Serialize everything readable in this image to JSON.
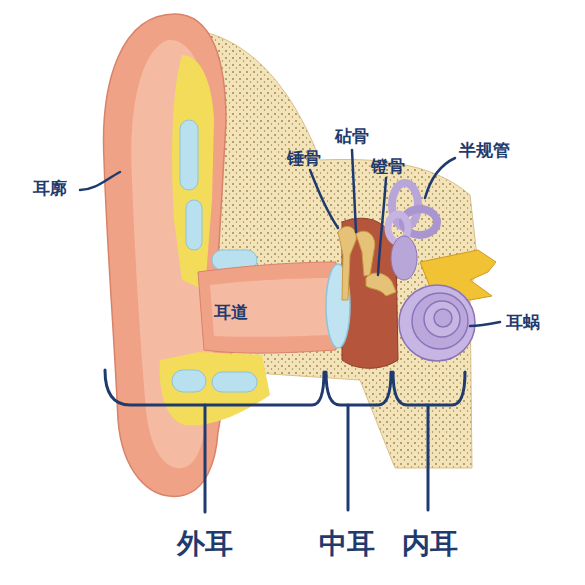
{
  "diagram": {
    "labels": [
      "砧骨",
      "锤骨",
      "镫骨",
      "半规管",
      "耳廓",
      "耳道",
      "耳蜗",
      "外耳",
      "中耳",
      "内耳"
    ]
  }
}
